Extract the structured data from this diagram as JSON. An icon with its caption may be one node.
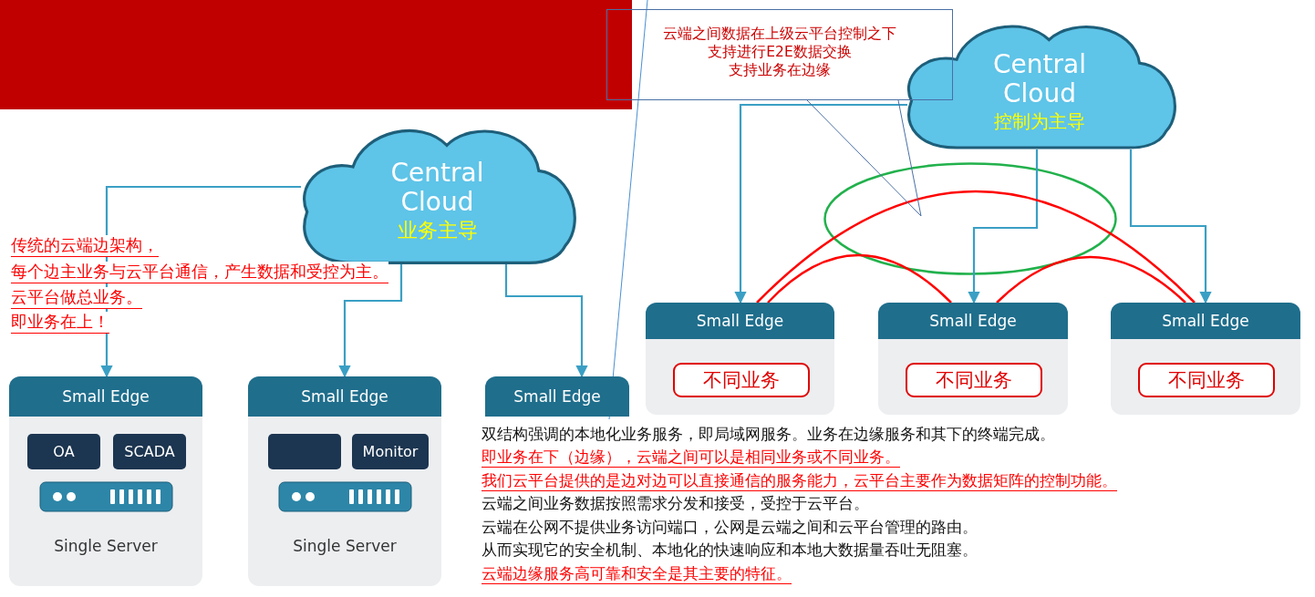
{
  "diagram": {
    "nodes": [
      {
        "text": [
          "Central Cloud",
          "业务主导"
        ]
      },
      {
        "text": [
          "Small Edge",
          "Single Server"
        ]
      },
      {
        "text": [
          "OA"
        ],
        "in": 1
      },
      {
        "text": [
          "SCADA"
        ],
        "in": 1
      },
      {
        "text": [
          "Small Edge",
          "Single Server"
        ]
      },
      {
        "text": [],
        "shape": "box",
        "in": 4
      },
      {
        "text": [
          "Monitor"
        ],
        "in": 4
      },
      {
        "text": [
          "Small Edge"
        ]
      },
      {
        "text": [
          "Central Cloud",
          "控制为主导"
        ]
      },
      {
        "text": [
          "Small Edge"
        ]
      },
      {
        "text": [
          "不同业务"
        ],
        "in": 9
      },
      {
        "text": [
          "Small Edge"
        ]
      },
      {
        "text": [
          "不同业务"
        ],
        "in": 11
      },
      {
        "text": [
          "Small Edge"
        ]
      },
      {
        "text": [
          "不同业务"
        ],
        "in": 13
      },
      {
        "text": [
          "云端之间数据在上级云平台控制之下",
          "支持进行E2E数据交换",
          "支持业务在边缘"
        ]
      }
    ],
    "edges": [
      {
        "from": 0,
        "to": 1,
        "arrow": "to"
      },
      {
        "from": 0,
        "to": 4,
        "arrow": "to"
      },
      {
        "from": 0,
        "to": 7,
        "arrow": "to"
      },
      {
        "from": 8,
        "to": 9,
        "arrow": "to"
      },
      {
        "from": 8,
        "to": 11,
        "arrow": "to"
      },
      {
        "from": 8,
        "to": 13,
        "arrow": "to"
      },
      {
        "from": 9,
        "to": 13,
        "arrow": "none",
        "color": "#ff0000"
      },
      {
        "from": 9,
        "to": 11,
        "arrow": "none",
        "color": "#ff0000"
      },
      {
        "from": 11,
        "to": 13,
        "arrow": "none",
        "color": "#ff0000"
      },
      {
        "from": 15,
        "to": null,
        "arrow": "none",
        "color": "#4a6fa5"
      }
    ],
    "labels": [
      "传统的云端边架构，",
      "每个边主业务与云平台通信，产生数据和受控为主。",
      "云平台做总业务。",
      "即业务在上！",
      "双结构强调的本地化业务服务，即局域网服务。业务在边缘服务和其下的终端完成。",
      "即业务在下（边缘），云端之间可以是相同业务或不同业务。",
      "我们云平台提供的是边对边可以直接通信的服务能力，云平台主要作为数据矩阵的控制功能。",
      "云端之间业务数据按照需求分发和接受，受控于云平台。",
      "云端在公网不提供业务访问端口，公网是云端之间和云平台管理的路由。",
      "从而实现它的安全机制、本地化的快速响应和本地大数据量吞吐无阻塞。",
      "云端边缘服务高可靠和安全是其主要的特征。"
    ]
  }
}
